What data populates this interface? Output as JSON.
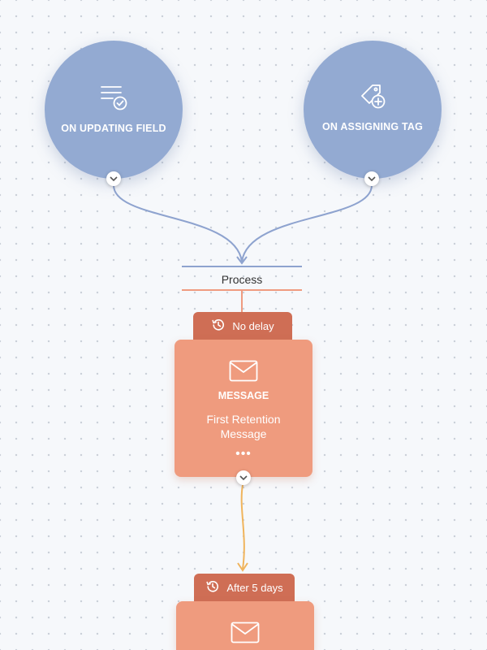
{
  "triggers": [
    {
      "label": "ON UPDATING FIELD",
      "icon": "list-check-icon"
    },
    {
      "label": "ON ASSIGNING TAG",
      "icon": "tag-add-icon"
    }
  ],
  "process": {
    "label": "Process"
  },
  "steps": [
    {
      "delay": "No delay",
      "type": "MESSAGE",
      "title": "First Retention Message",
      "more": "•••"
    },
    {
      "delay": "After 5 days",
      "type": "",
      "title": ""
    }
  ],
  "colors": {
    "trigger": "#93aad2",
    "trigger_wire": "#8ea3cf",
    "message_card": "#ef9b7e",
    "delay_tab": "#cf6e55",
    "process_wire": "#ef9b80",
    "step_wire": "#f0b45c"
  }
}
